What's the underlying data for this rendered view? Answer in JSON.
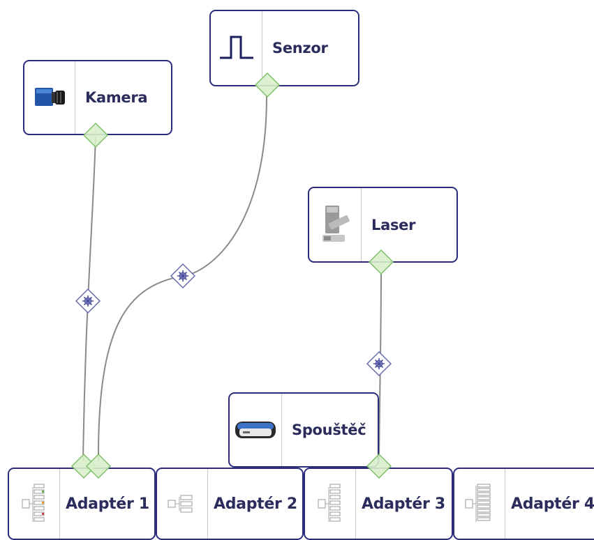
{
  "colors": {
    "border": "#2b2d7c",
    "text": "#2a2c5c",
    "port_fill": "#d9efcc",
    "port_stroke": "#7fbf6a",
    "edge": "#8a8a8a",
    "junction_stroke": "#6a6fb0"
  },
  "nodes": {
    "kamera": {
      "label": "Kamera",
      "icon": "camera-icon"
    },
    "senzor": {
      "label": "Senzor",
      "icon": "pulse-signal-icon"
    },
    "laser": {
      "label": "Laser",
      "icon": "laser-device-icon"
    },
    "spoustec": {
      "label": "Spouštěč",
      "icon": "trigger-box-icon"
    },
    "adapter1": {
      "label": "Adaptér 1",
      "icon": "adapter-tree-icon"
    },
    "adapter2": {
      "label": "Adaptér 2",
      "icon": "adapter-small-icon"
    },
    "adapter3": {
      "label": "Adaptér 3",
      "icon": "adapter-tree-icon"
    },
    "adapter4": {
      "label": "Adaptér 4",
      "icon": "adapter-rack-icon"
    }
  },
  "connections": [
    {
      "from": "Kamera",
      "to": "Adaptér 1"
    },
    {
      "from": "Senzor",
      "to": "Adaptér 1"
    },
    {
      "from": "Laser",
      "to": "Adaptér 3"
    }
  ]
}
